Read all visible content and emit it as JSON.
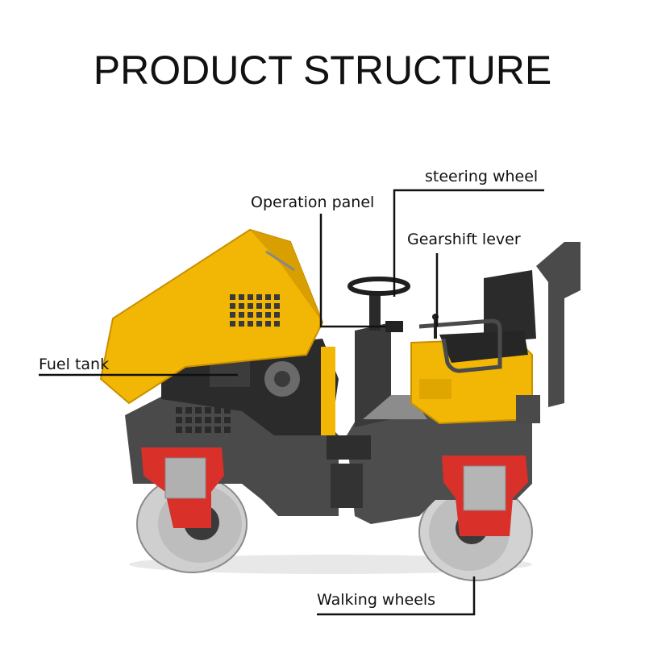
{
  "title": "PRODUCT STRUCTURE",
  "callouts": {
    "steering_wheel": "steering wheel",
    "operation_panel": "Operation panel",
    "gearshift_lever": "Gearshift lever",
    "fuel_tank": "Fuel tank",
    "walking_wheels": "Walking wheels"
  },
  "colors": {
    "body_yellow": "#f2b705",
    "frame_gray": "#4a4a4a",
    "bracket_red": "#d9302a",
    "drum_silver": "#c9c9c9",
    "leader_line": "#111111"
  }
}
